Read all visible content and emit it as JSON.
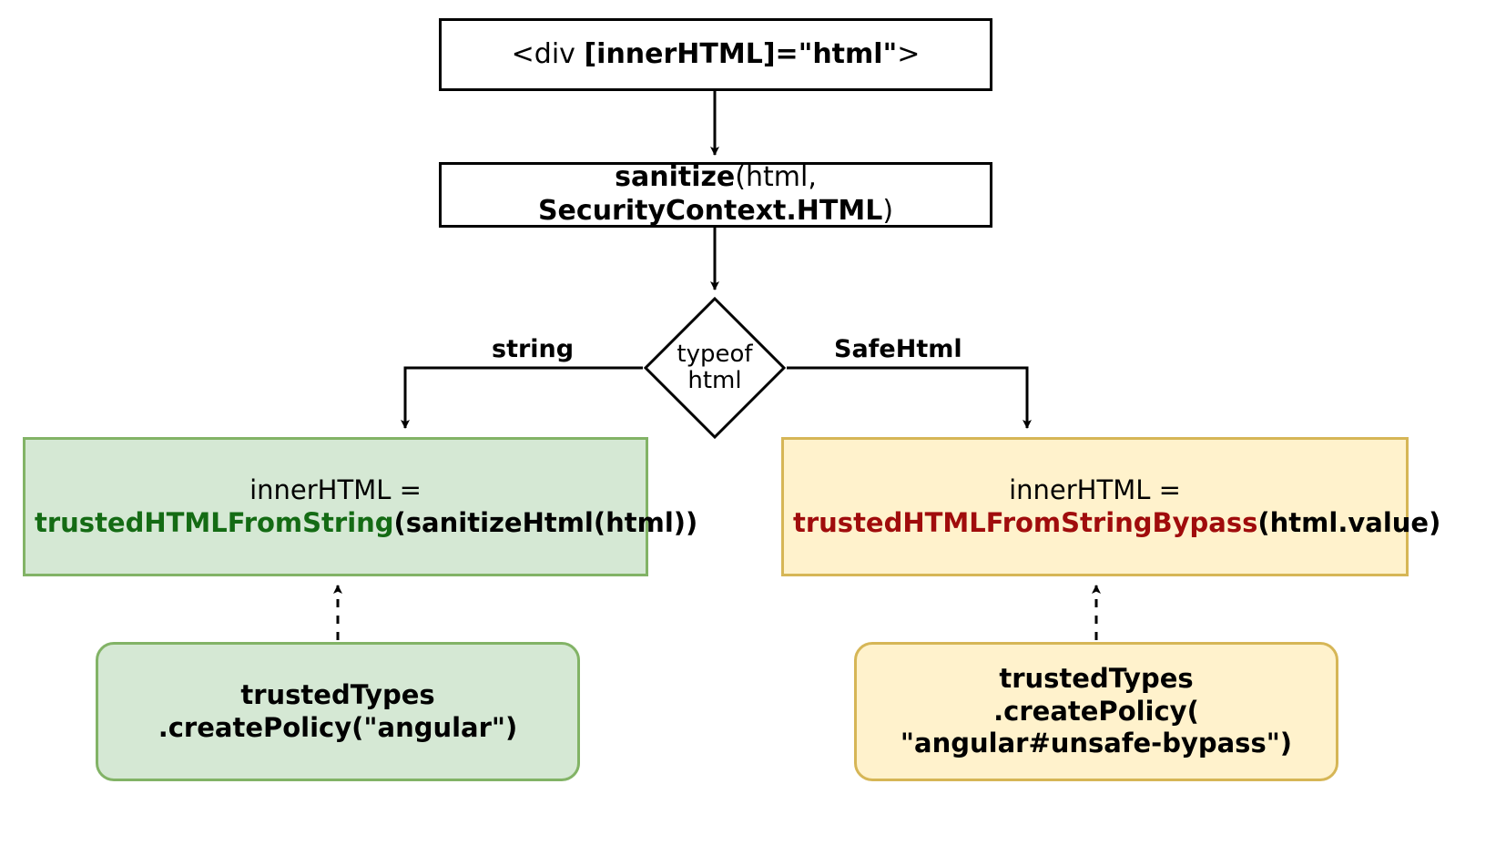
{
  "diagram": {
    "title": "Angular innerHTML sanitization / Trusted Types flow",
    "colors": {
      "green_fill": "#d5e8d4",
      "green_border": "#82b366",
      "orange_fill": "#fff2cc",
      "orange_border": "#d6b656",
      "green_text": "#146b14",
      "red_text": "#a00c0c",
      "black": "#000000",
      "white": "#ffffff"
    }
  },
  "nodes": {
    "div_innerhtml": {
      "name": "div-innerhtml",
      "shape": "rectangle",
      "parts": [
        {
          "text": "<div ",
          "bold": false
        },
        {
          "text": "[innerHTML]=\"html\"",
          "bold": true
        },
        {
          "text": ">",
          "bold": false
        }
      ],
      "plain_text": "<div [innerHTML]=\"html\">"
    },
    "sanitize": {
      "name": "sanitize-call",
      "shape": "rectangle",
      "parts": [
        {
          "text": "sanitize",
          "bold": true
        },
        {
          "text": "(html, ",
          "bold": false
        },
        {
          "text": "SecurityContext.HTML",
          "bold": true
        },
        {
          "text": ")",
          "bold": false
        }
      ],
      "plain_text": "sanitize(html, SecurityContext.HTML)"
    },
    "typeof_html": {
      "name": "typeof-html-decision",
      "shape": "diamond",
      "line1": "typeof",
      "line2": "html",
      "plain_text": "typeof html"
    },
    "trusted_string": {
      "name": "innerhtml-trusted-from-string",
      "shape": "rectangle",
      "line1": "innerHTML =",
      "fn": "trustedHTMLFromString",
      "args": "(sanitizeHtml(html))",
      "plain_text": "innerHTML = trustedHTMLFromString(sanitizeHtml(html))"
    },
    "trusted_bypass": {
      "name": "innerhtml-trusted-from-string-bypass",
      "shape": "rectangle",
      "line1": "innerHTML =",
      "fn": "trustedHTMLFromStringBypass",
      "args": "(html.value)",
      "plain_text": "innerHTML = trustedHTMLFromStringBypass(html.value)"
    },
    "policy_angular": {
      "name": "trusted-types-policy-angular",
      "shape": "rounded-rectangle",
      "lines": [
        "trustedTypes",
        ".createPolicy(\"angular\")"
      ],
      "plain_text": "trustedTypes.createPolicy(\"angular\")"
    },
    "policy_bypass": {
      "name": "trusted-types-policy-angular-unsafe-bypass",
      "shape": "rounded-rectangle",
      "lines": [
        "trustedTypes",
        ".createPolicy(",
        "\"angular#unsafe-bypass\")"
      ],
      "plain_text": "trustedTypes.createPolicy(\"angular#unsafe-bypass\")"
    }
  },
  "edges": {
    "div_to_sanitize": {
      "name": "edge-div-to-sanitize",
      "label": "",
      "style": "solid-arrow"
    },
    "sanitize_to_typeof": {
      "name": "edge-sanitize-to-typeof",
      "label": "",
      "style": "solid-arrow"
    },
    "typeof_to_string": {
      "name": "edge-typeof-to-trusted-string",
      "label": "string",
      "style": "solid-arrow"
    },
    "typeof_to_safehtml": {
      "name": "edge-typeof-to-trusted-bypass",
      "label": "SafeHtml",
      "style": "solid-arrow"
    },
    "policy_to_string": {
      "name": "edge-policy-angular-to-trusted-string",
      "label": "",
      "style": "dashed-arrow"
    },
    "policy_to_bypass": {
      "name": "edge-policy-bypass-to-trusted-bypass",
      "label": "",
      "style": "dashed-arrow"
    }
  }
}
